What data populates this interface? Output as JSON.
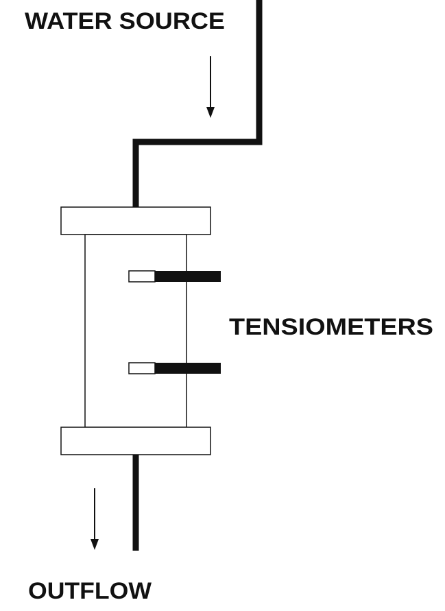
{
  "labels": {
    "water_source": "WATER SOURCE",
    "tensiometers": "TENSIOMETERS",
    "outflow": "OUTFLOW"
  },
  "colors": {
    "ink": "#111111",
    "background": "#ffffff"
  }
}
